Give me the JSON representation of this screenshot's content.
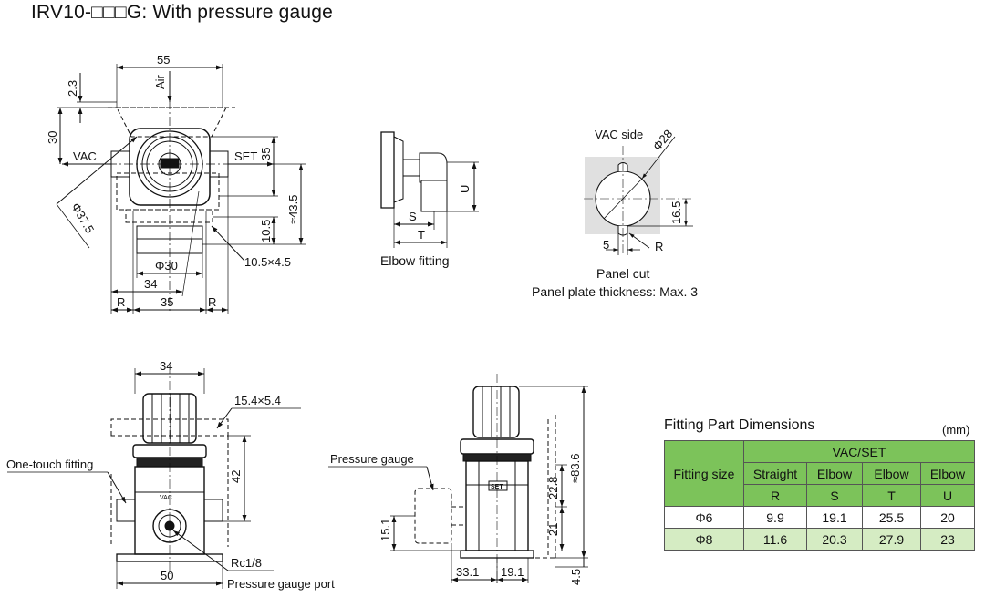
{
  "title": "IRV10-□□□G: With pressure gauge",
  "top_view": {
    "dim_55": "55",
    "dim_2_3": "2.3",
    "air": "Air",
    "dim_30": "30",
    "vac": "VAC",
    "set": "SET",
    "dim_35_v": "35",
    "dim_43_5": "≈43.5",
    "phi37_5": "Φ37.5",
    "dim_10_5": "10.5",
    "dim_10_5x4_5": "10.5×4.5",
    "phi30": "Φ30",
    "dim_34": "34",
    "dim_r_left": "R",
    "dim_35_h": "35",
    "dim_r_right": "R"
  },
  "elbow": {
    "u": "U",
    "s": "S",
    "t": "T",
    "caption": "Elbow fitting"
  },
  "panel": {
    "vac_side": "VAC side",
    "phi28": "Φ28",
    "dim_16_5": "16.5",
    "dim_5": "5",
    "r": "R",
    "caption": "Panel cut",
    "thickness": "Panel plate thickness: Max. 3"
  },
  "front_view": {
    "dim_34": "34",
    "dim_15_4x5_4": "15.4×5.4",
    "one_touch": "One-touch fitting",
    "dim_42": "42",
    "rc18": "Rc1/8",
    "dim_50": "50",
    "gauge_port": "Pressure gauge port",
    "vac_mark": "VAC"
  },
  "side_view": {
    "pressure_gauge": "Pressure gauge",
    "set_mark": "SET",
    "dim_83_6": "≈83.6",
    "dim_22_8": "22.8",
    "dim_21": "21",
    "dim_15_1": "15.1",
    "dim_33_1": "33.1",
    "dim_19_1": "19.1",
    "dim_4_5": "4.5"
  },
  "fitting_table": {
    "title": "Fitting Part Dimensions",
    "unit": "(mm)",
    "col_size": "Fitting size",
    "group": "VAC/SET",
    "columns": [
      "Straight",
      "Elbow",
      "Elbow",
      "Elbow"
    ],
    "letters": [
      "R",
      "S",
      "T",
      "U"
    ],
    "rows": [
      {
        "size": "Φ6",
        "values": [
          "9.9",
          "19.1",
          "25.5",
          "20"
        ]
      },
      {
        "size": "Φ8",
        "values": [
          "11.6",
          "20.3",
          "27.9",
          "23"
        ]
      }
    ]
  }
}
